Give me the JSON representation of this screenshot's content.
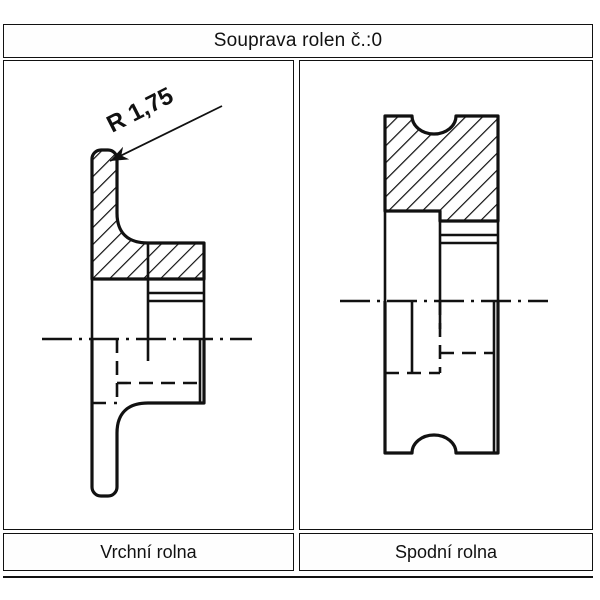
{
  "document": {
    "title": "Souprava rolen č.:0",
    "type": "technical-drawing",
    "language": "cs",
    "line_color": "#111111",
    "background_color": "#ffffff"
  },
  "panels": [
    {
      "id": "upper-roller",
      "caption": "Vrchní rolna",
      "annotation": {
        "label": "R 1,75",
        "kind": "radius-callout",
        "leader": "arrow points down-left to rounded corner"
      },
      "view": "half-section",
      "features": [
        "flanged-roller-cross-section",
        "hatched-upper-half",
        "outlined-lower-half",
        "dash-dot-centerline",
        "hidden-dashed-lines",
        "rounded-flange-tip",
        "fillet-radius"
      ]
    },
    {
      "id": "lower-roller",
      "caption": "Spodní rolna",
      "annotation": null,
      "view": "half-section",
      "features": [
        "cylindrical-roller-cross-section",
        "concave-groove-top",
        "concave-groove-bottom",
        "hatched-upper-half",
        "outlined-lower-half",
        "dash-dot-centerline",
        "hidden-dashed-lines"
      ]
    }
  ]
}
